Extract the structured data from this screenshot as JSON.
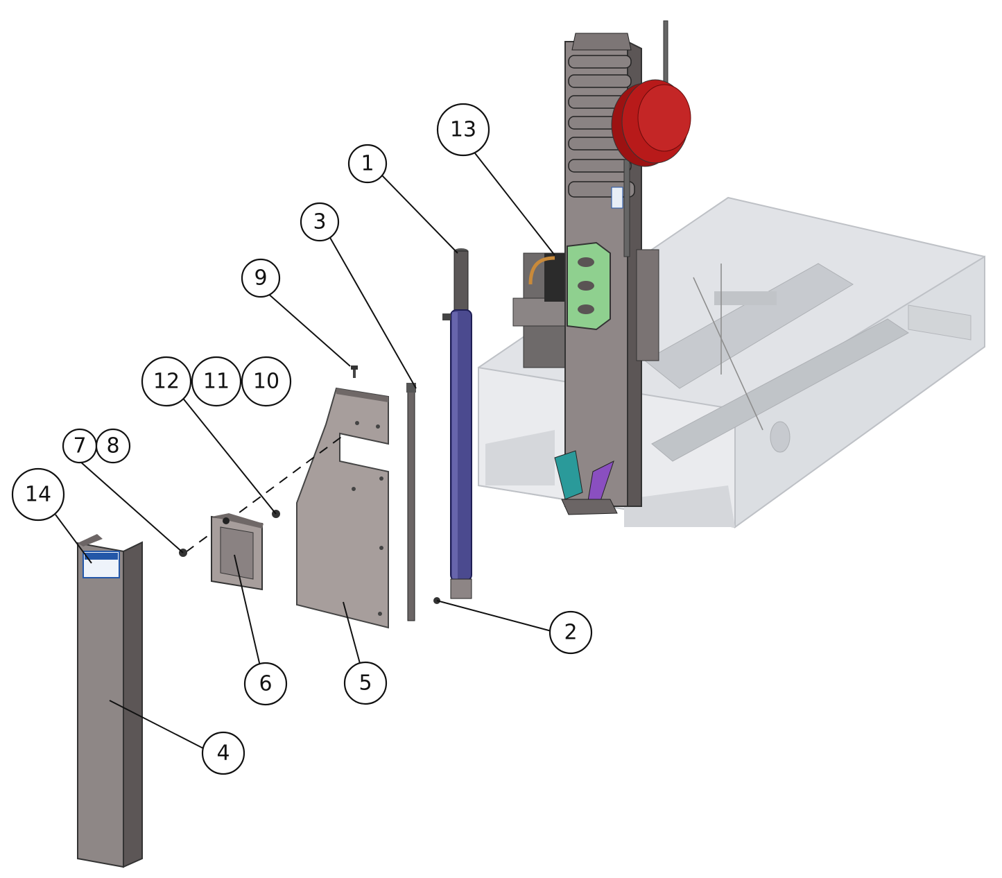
{
  "diagram": {
    "callouts": [
      {
        "id": "1",
        "label": "1"
      },
      {
        "id": "2",
        "label": "2"
      },
      {
        "id": "3",
        "label": "3"
      },
      {
        "id": "4",
        "label": "4"
      },
      {
        "id": "5",
        "label": "5"
      },
      {
        "id": "6",
        "label": "6"
      },
      {
        "id": "7",
        "label": "7"
      },
      {
        "id": "8",
        "label": "8"
      },
      {
        "id": "9",
        "label": "9"
      },
      {
        "id": "10",
        "label": "10"
      },
      {
        "id": "11",
        "label": "11"
      },
      {
        "id": "12",
        "label": "12"
      },
      {
        "id": "13",
        "label": "13"
      },
      {
        "id": "14",
        "label": "14"
      }
    ],
    "colors": {
      "panel": "#a79e9c",
      "panel_dark": "#6f6867",
      "actuator": "#4b4a8f",
      "pulley": "#b81a1a",
      "bracket": "#8fd08f",
      "cabinet": "#c8ccd2",
      "teal_part": "#2a9a9a",
      "purple_part": "#8a4fc0"
    }
  }
}
